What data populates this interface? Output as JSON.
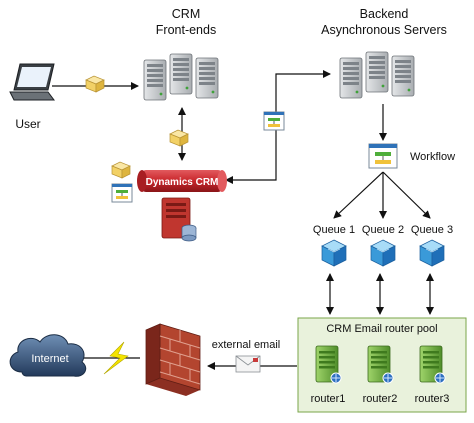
{
  "labels": {
    "user": "User",
    "crm_frontends_line1": "CRM",
    "crm_frontends_line2": "Front-ends",
    "backend_line1": "Backend",
    "backend_line2": "Asynchronous Servers",
    "dynamics_crm": "Dynamics CRM",
    "workflow": "Workflow",
    "queue1": "Queue 1",
    "queue2": "Queue 2",
    "queue3": "Queue 3",
    "router_pool": "CRM Email router pool",
    "router1": "router1",
    "router2": "router2",
    "router3": "router3",
    "external_email": "external email",
    "internet": "Internet"
  },
  "colors": {
    "dynamics_band": "#c8262b",
    "router_pool_bg": "#e9f2dc",
    "router_pool_border": "#7aa64a",
    "queue_cube": "#3a9ad9",
    "cloud": "#2f4a6b",
    "lightning": "#f4e400",
    "firewall": "#a23a2a",
    "envelope_package": "#f2d879",
    "server_gray": "#c9ccce",
    "router_server": "#6fae3f"
  },
  "icons": {
    "user": "laptop-icon",
    "frontends": "server-rack-icon",
    "backend": "server-rack-icon",
    "database": "database-server-icon",
    "workflow": "workflow-icon",
    "queue": "queue-cube-icon",
    "router": "router-server-icon",
    "firewall": "firewall-icon",
    "internet": "cloud-icon",
    "message": "package-icon",
    "email": "envelope-icon"
  }
}
